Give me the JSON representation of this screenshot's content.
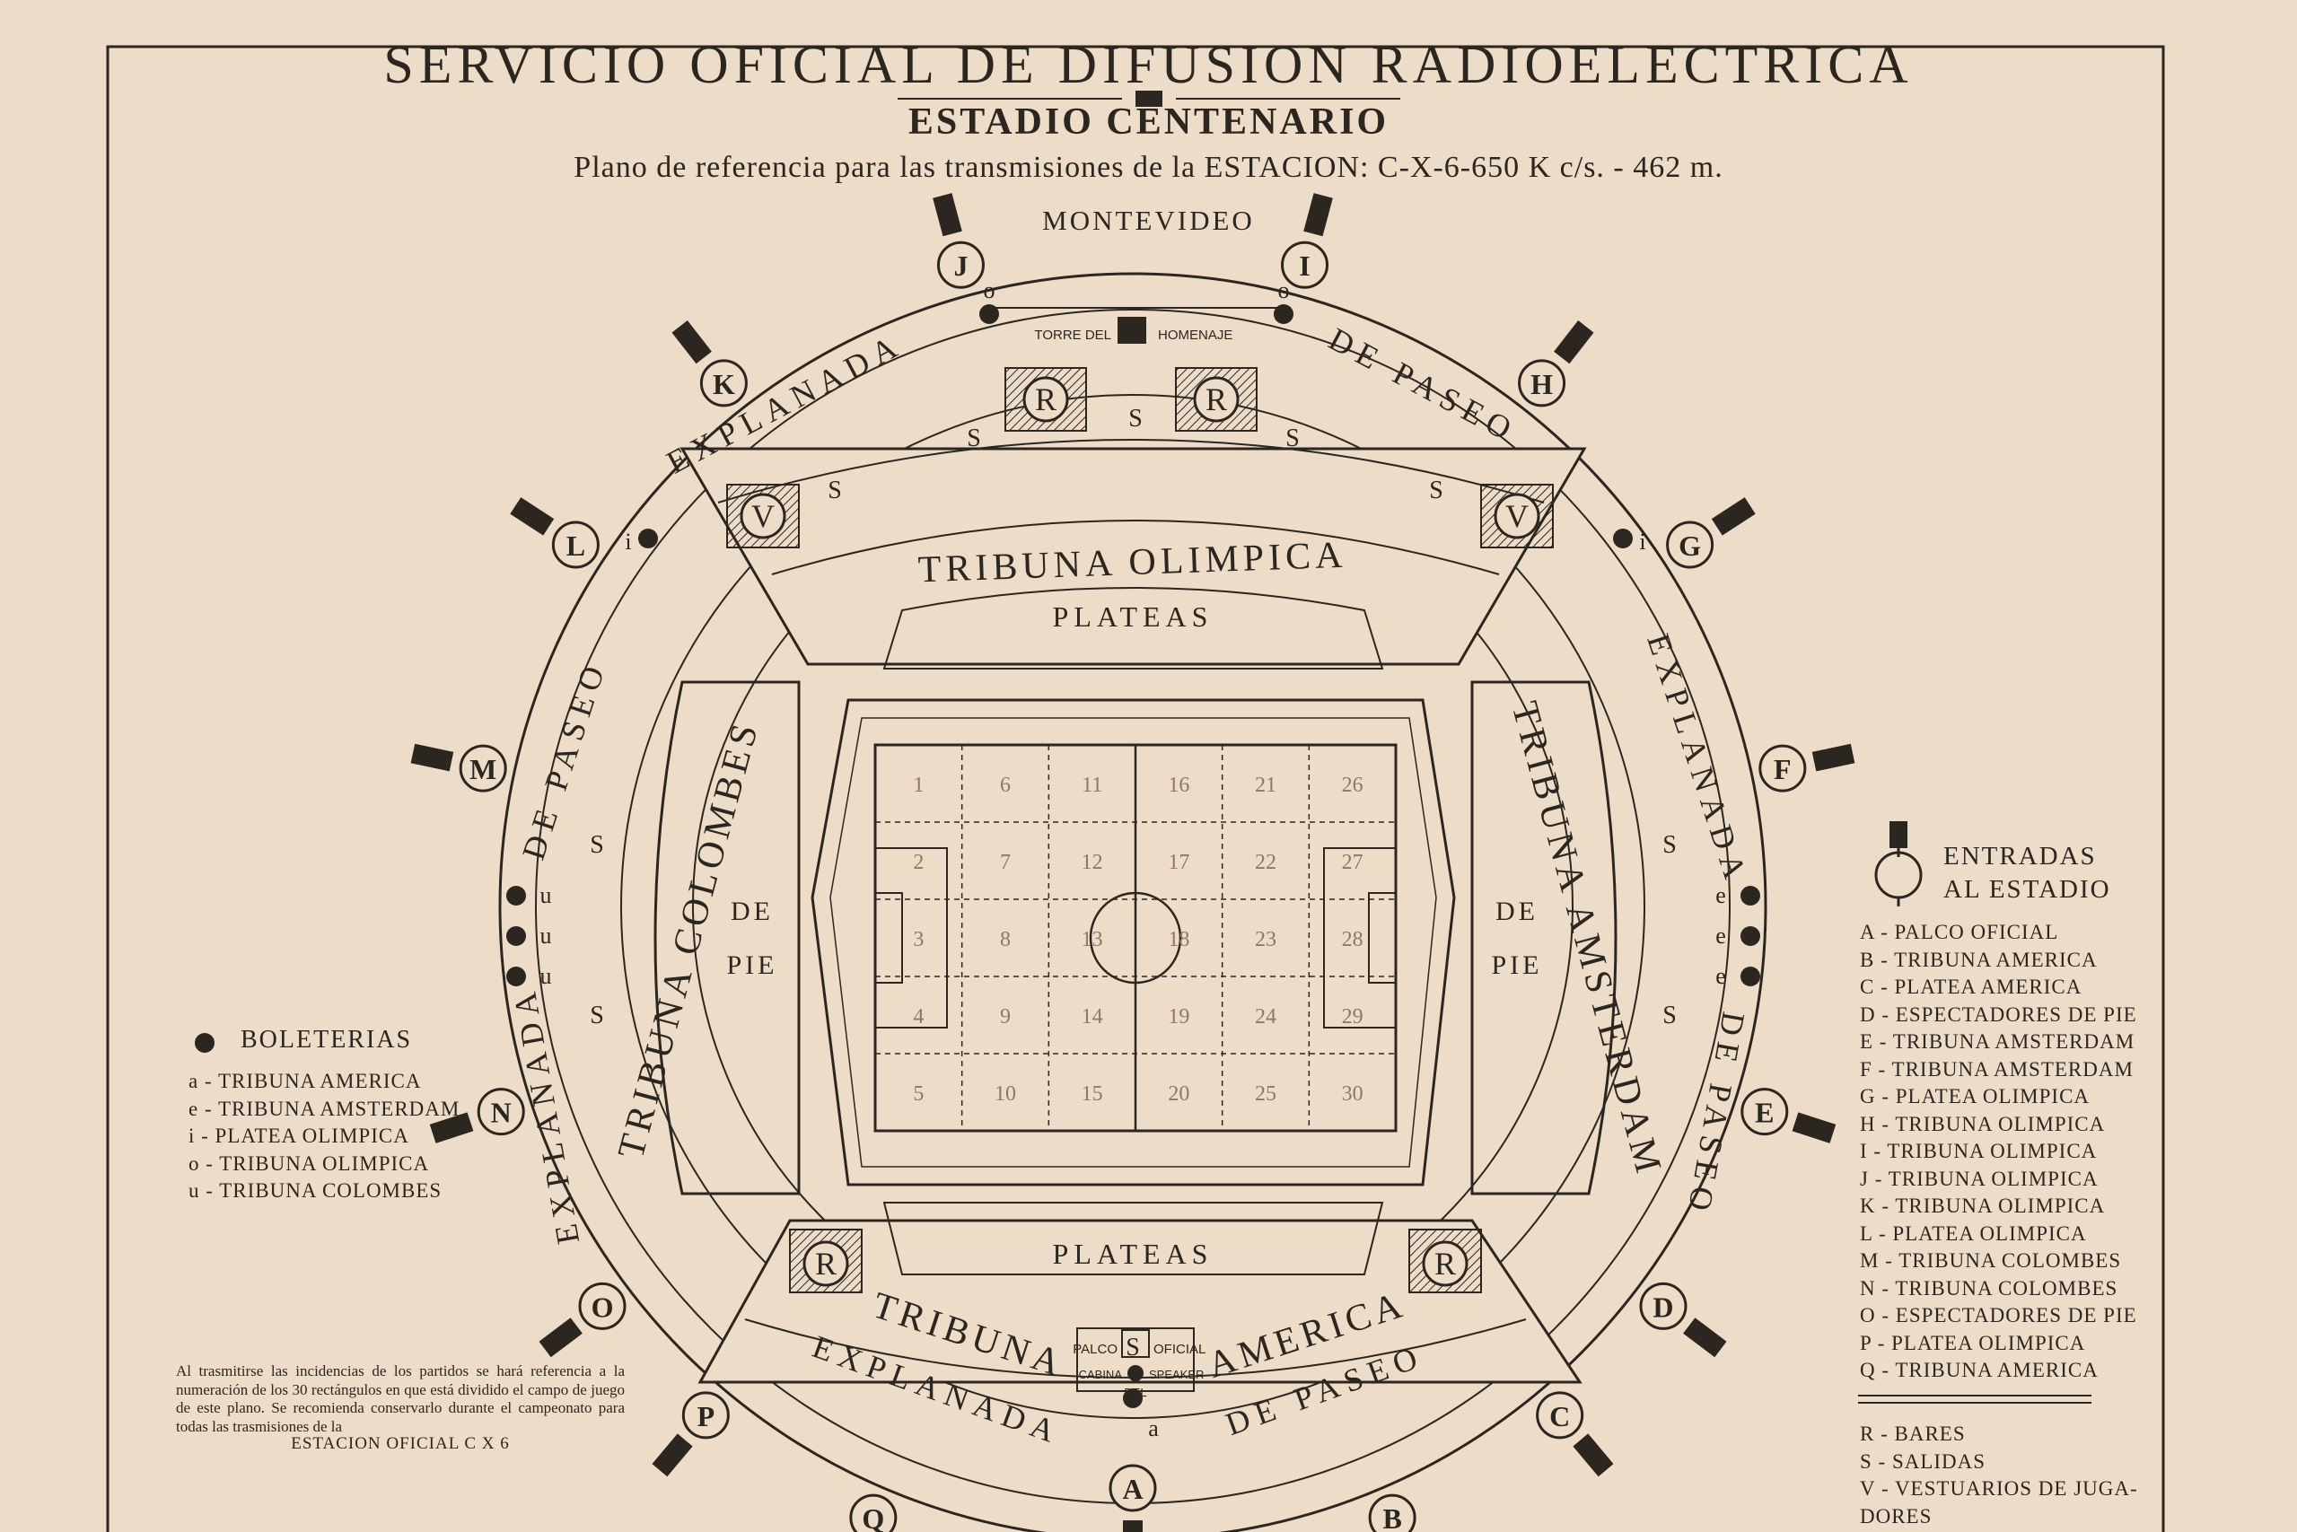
{
  "header": {
    "title": "SERVICIO OFICIAL DE DIFUSION RADIOELECTRICA",
    "subtitle": "ESTADIO CENTENARIO",
    "station_line": "Plano de referencia para las transmisiones de la ESTACION: C-X-6-650 K c/s. - 462 m.",
    "city": "MONTEVIDEO"
  },
  "stadium": {
    "tribunes": {
      "olimpica": "TRIBUNA OLIMPICA",
      "colombes": "TRIBUNA COLOMBES",
      "amsterdam": "TRIBUNA AMSTERDAM",
      "america_left": "TRIBUNA",
      "america_right": "AMERICA"
    },
    "plateas": "PLATEAS",
    "de_pie": "DE",
    "pie": "PIE",
    "explanada_top_left": "EXPLANADA",
    "explanada_top_right": "DE PASEO",
    "explanada_left_top": "DE PASEO",
    "explanada_left_bottom": "EXPLANADA",
    "explanada_right_top": "EXPLANADA",
    "explanada_right_bottom": "DE PASEO",
    "explanada_bottom_left": "EXPLANADA",
    "explanada_bottom_right": "DE PASEO",
    "torre_left": "TORRE DEL",
    "torre_right": "HOMENAJE",
    "palco_left": "PALCO",
    "palco_right": "OFICIAL",
    "cabina_left": "CABINA",
    "cabina_right": "SPEAKER",
    "del": "DEL",
    "field_numbers": [
      [
        "1",
        "6",
        "11",
        "16",
        "21",
        "26"
      ],
      [
        "2",
        "7",
        "12",
        "17",
        "22",
        "27"
      ],
      [
        "3",
        "8",
        "13",
        "18",
        "23",
        "28"
      ],
      [
        "4",
        "9",
        "14",
        "19",
        "24",
        "29"
      ],
      [
        "5",
        "10",
        "15",
        "20",
        "25",
        "30"
      ]
    ],
    "gates": {
      "A": "A",
      "B": "B",
      "C": "C",
      "D": "D",
      "E": "E",
      "F": "F",
      "G": "G",
      "H": "H",
      "I": "I",
      "J": "J",
      "K": "K",
      "L": "L",
      "M": "M",
      "N": "N",
      "O": "O",
      "P": "P",
      "Q": "Q"
    },
    "markers": {
      "R": "R",
      "S": "S",
      "V": "V",
      "ticket_a": "a",
      "ticket_i": "i",
      "ticket_o": "o",
      "ticket_u": "u",
      "ticket_e": "e"
    }
  },
  "legend_boleterias": {
    "title": "BOLETERIAS",
    "items": [
      "a - TRIBUNA AMERICA",
      "e - TRIBUNA AMSTERDAM",
      "i - PLATEA OLIMPICA",
      "o - TRIBUNA OLIMPICA",
      "u - TRIBUNA COLOMBES"
    ]
  },
  "legend_entradas": {
    "title_line1": "ENTRADAS",
    "title_line2": "AL ESTADIO",
    "items": [
      "A - PALCO OFICIAL",
      "B - TRIBUNA AMERICA",
      "C - PLATEA AMERICA",
      "D - ESPECTADORES DE PIE",
      "E - TRIBUNA AMSTERDAM",
      "F - TRIBUNA AMSTERDAM",
      "G - PLATEA OLIMPICA",
      "H - TRIBUNA OLIMPICA",
      "I - TRIBUNA OLIMPICA",
      "J - TRIBUNA OLIMPICA",
      "K - TRIBUNA OLIMPICA",
      "L - PLATEA OLIMPICA",
      "M - TRIBUNA COLOMBES",
      "N - TRIBUNA COLOMBES",
      "O - ESPECTADORES DE PIE",
      "P - PLATEA OLIMPICA",
      "Q - TRIBUNA AMERICA"
    ],
    "extra": [
      "R - BARES",
      "S - SALIDAS",
      "V - VESTUARIOS DE JUGA-",
      "DORES"
    ]
  },
  "note": {
    "text": "Al trasmitirse las incidencias de los partidos se hará referencia a la numeración de los 30 rectángulos en que está dividido el campo de juego de este plano. Se recomienda conservarlo durante el campeonato para todas las trasmisiones de la",
    "station": "ESTACION OFICIAL C X 6"
  },
  "colors": {
    "paper": "#eddcc7",
    "ink": "#2c2620",
    "faint_ink": "#8a7a68"
  }
}
